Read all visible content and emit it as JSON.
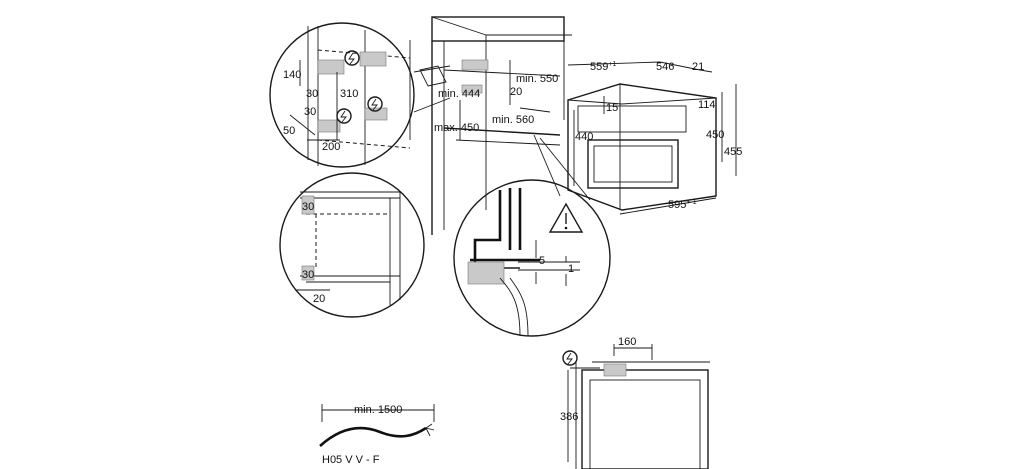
{
  "dims": {
    "d140": "140",
    "d30a": "30",
    "d310": "310",
    "d30b": "30",
    "d50": "50",
    "d200": "200",
    "min444": "min. 444",
    "max450": "max. 450",
    "min550": "min. 550",
    "d20a": "20",
    "min560": "min. 560",
    "d559": "559",
    "d559_sup": "+1",
    "d546": "546",
    "d21": "21",
    "d15": "15",
    "d114": "114",
    "d440": "440",
    "d450": "450",
    "d455": "455",
    "d595": "595",
    "d595_sup": "+-1",
    "d30c": "30",
    "d30d": "30",
    "d20b": "20",
    "d5": "5",
    "d1": "1",
    "d160": "160",
    "d386": "386",
    "min1500": "min. 1500",
    "cable": "H05 V V - F"
  },
  "icons": {
    "warning": "warning-triangle-icon",
    "power": "power-socket-icon"
  }
}
